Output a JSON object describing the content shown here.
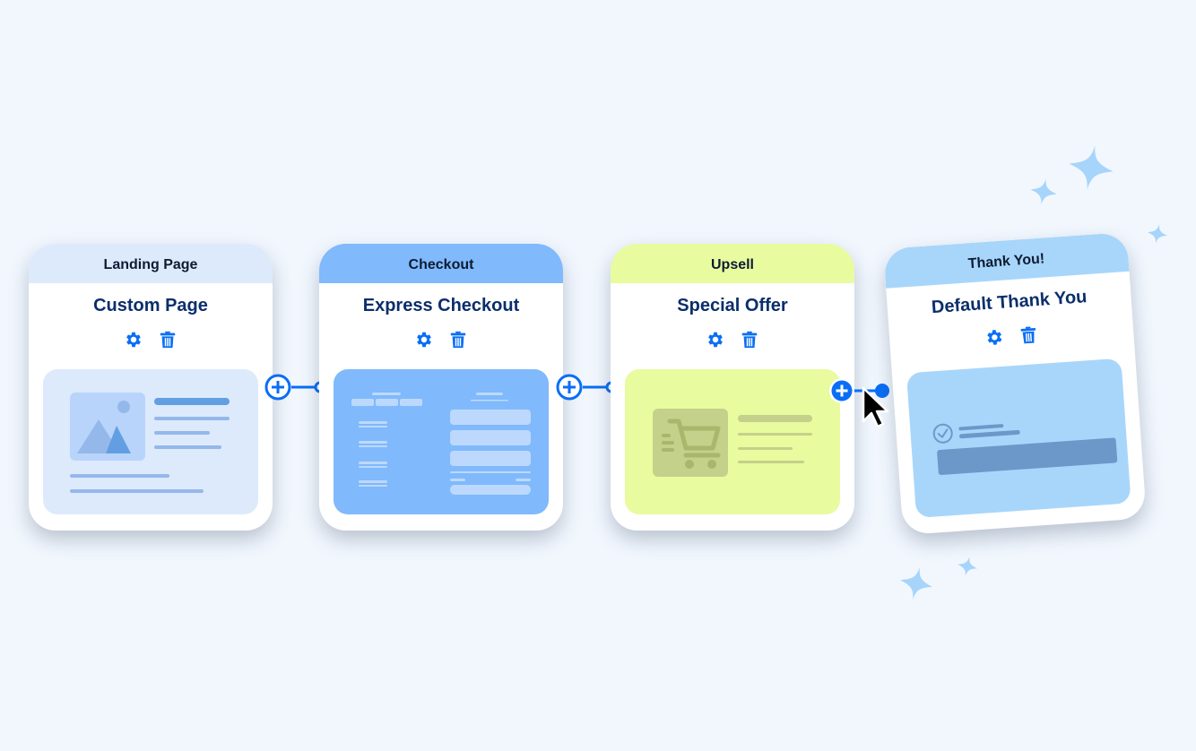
{
  "colors": {
    "background": "#f2f7fe",
    "accent": "#0a6ef5",
    "title_text": "#0b2e6b",
    "sparkle": "#a7d4fb"
  },
  "funnel": {
    "steps": [
      {
        "type_label": "Landing Page",
        "page_name": "Custom Page",
        "header_color": "#ddeafc",
        "preview_color": "#ddeafc",
        "settings_icon": "gear-icon",
        "delete_icon": "trash-icon",
        "preview_icon": "image-placeholder-icon"
      },
      {
        "type_label": "Checkout",
        "page_name": "Express Checkout",
        "header_color": "#80b9fc",
        "preview_color": "#80b9fc",
        "settings_icon": "gear-icon",
        "delete_icon": "trash-icon",
        "preview_icon": "checkout-form-icon"
      },
      {
        "type_label": "Upsell",
        "page_name": "Special Offer",
        "header_color": "#e8fb9e",
        "preview_color": "#e8fb9e",
        "settings_icon": "gear-icon",
        "delete_icon": "trash-icon",
        "preview_icon": "shopping-cart-icon"
      },
      {
        "type_label": "Thank You!",
        "page_name": "Default Thank You",
        "header_color": "#a8d6fb",
        "preview_color": "#a8d6fb",
        "settings_icon": "gear-icon",
        "delete_icon": "trash-icon",
        "preview_icon": "check-circle-icon"
      }
    ],
    "connectors": [
      {
        "icon": "plus-circle-icon",
        "state": "connected"
      },
      {
        "icon": "plus-circle-icon",
        "state": "connected"
      },
      {
        "icon": "plus-circle-icon",
        "state": "dragging"
      }
    ]
  },
  "cursor": {
    "icon": "mouse-pointer-icon"
  }
}
